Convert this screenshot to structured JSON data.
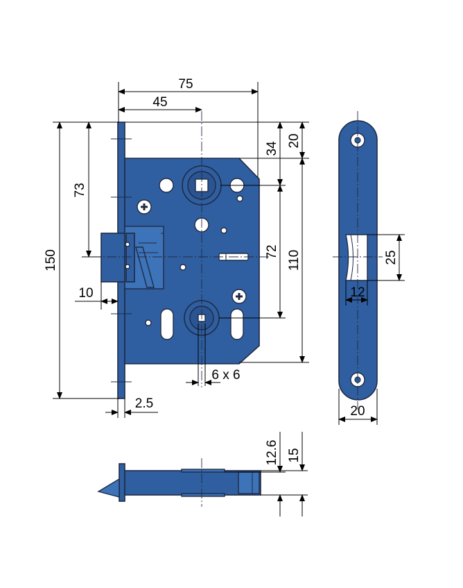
{
  "dimensions": {
    "overall_depth": "75",
    "backset": "45",
    "height_150": "150",
    "height_73": "73",
    "top_20": "20",
    "top_34": "34",
    "spacing_72": "72",
    "height_110": "110",
    "latch_10": "10",
    "faceplate_2_5": "2.5",
    "spindle_6x6": "6 x 6",
    "strike_25": "25",
    "strike_12": "12",
    "strike_width_20": "20",
    "side_12_6": "12.6",
    "side_15": "15"
  },
  "colors": {
    "body_fill": "#2f5fa0",
    "body_light": "#3d73b8",
    "line": "#1f2a44"
  }
}
